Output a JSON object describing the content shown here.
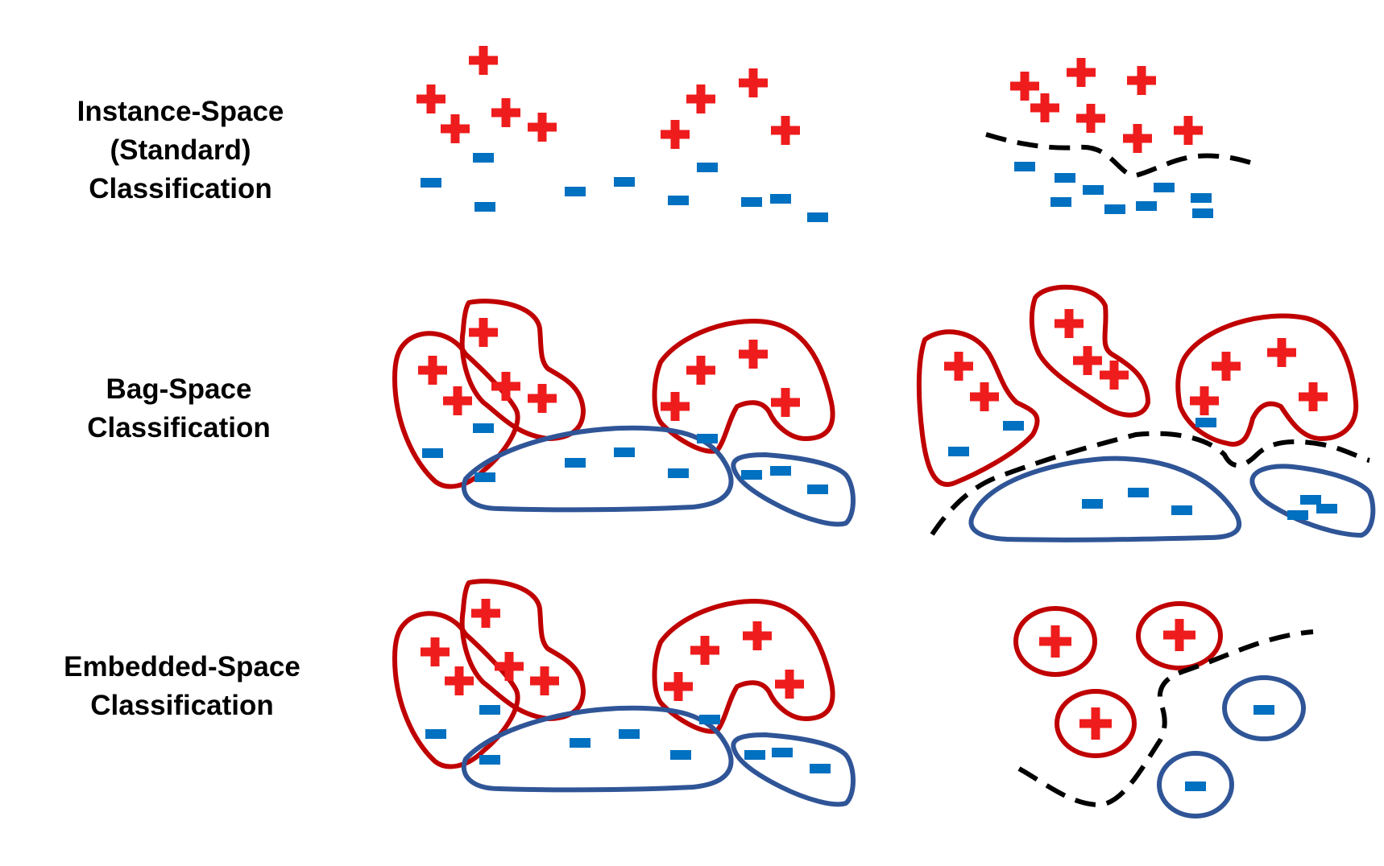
{
  "rows": [
    {
      "id": "instance",
      "label_lines": [
        "Instance-Space",
        "(Standard)",
        "Classification"
      ]
    },
    {
      "id": "bag",
      "label_lines": [
        "Bag-Space",
        "Classification"
      ]
    },
    {
      "id": "embedded",
      "label_lines": [
        "Embedded-Space",
        "Classification"
      ]
    }
  ],
  "symbols": {
    "positive": "+",
    "negative": "−"
  },
  "colors": {
    "positive": "#ee1c1c",
    "negative": "#0070c0",
    "positive_bag": "#c00000",
    "negative_bag": "#2f5597",
    "boundary": "#000000"
  }
}
